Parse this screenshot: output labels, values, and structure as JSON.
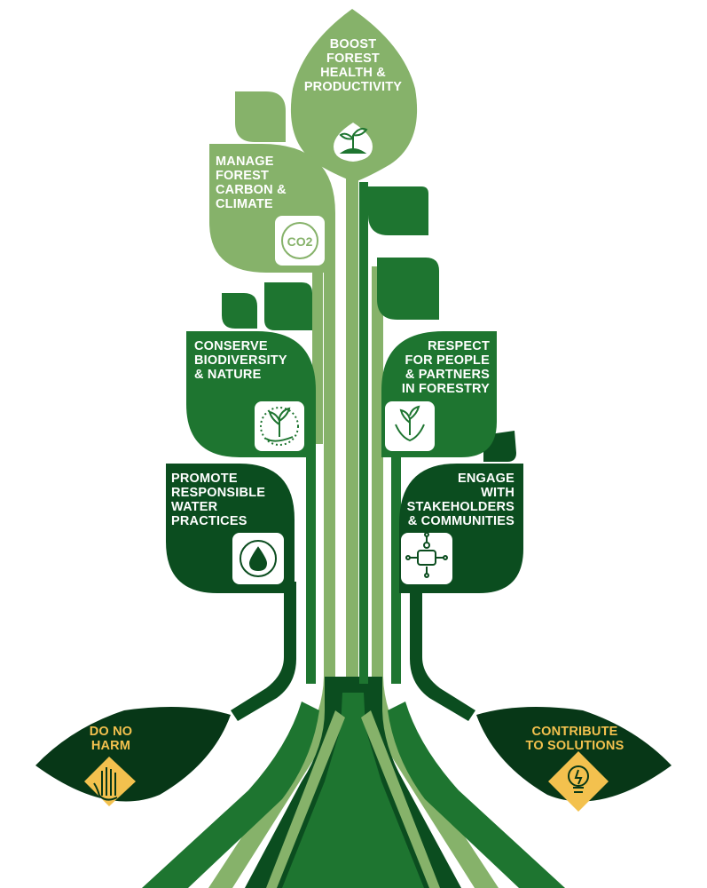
{
  "colors": {
    "light": "#86B26A",
    "mid": "#1E7530",
    "dark": "#0B4D1F",
    "darkest": "#073717",
    "accent": "#F3C14E",
    "white": "#FFFFFF"
  },
  "leaves": {
    "boost": {
      "label": "BOOST\nFOREST\nHEALTH &\nPRODUCTIVITY",
      "icon": "seedling-soil-icon"
    },
    "carbon": {
      "label": "MANAGE\nFOREST\nCARBON &\nCLIMATE",
      "icon_text": "CO2",
      "icon": "co2-cycle-icon"
    },
    "biodiversity": {
      "label": "CONSERVE\nBIODIVERSITY\n& NATURE",
      "icon": "plant-in-hand-icon"
    },
    "people": {
      "label": "RESPECT\nFOR PEOPLE\n& PARTNERS\nIN FORESTRY",
      "icon": "hands-with-plant-icon"
    },
    "water": {
      "label": "PROMOTE\nRESPONSIBLE\nWATER\nPRACTICES",
      "icon": "water-drop-cycle-icon"
    },
    "stakeholders": {
      "label": "ENGAGE\nWITH\nSTAKEHOLDERS\n& COMMUNITIES",
      "icon": "network-people-icon"
    }
  },
  "roots": {
    "left": {
      "label": "DO NO\nHARM",
      "icon": "raised-hand-icon"
    },
    "right": {
      "label": "CONTRIBUTE\nTO SOLUTIONS",
      "icon": "light-bulb-icon"
    }
  }
}
